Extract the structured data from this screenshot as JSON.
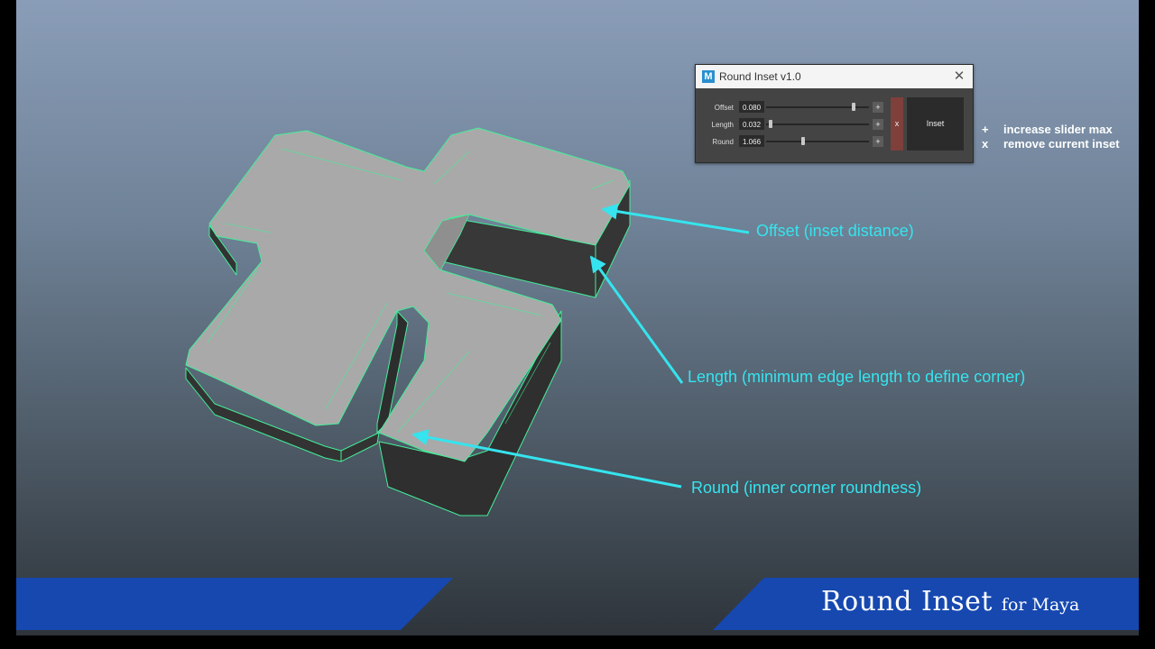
{
  "dialog": {
    "title": "Round Inset v1.0",
    "icon_letter": "M",
    "close_symbol": "✕",
    "rows": [
      {
        "label": "Offset",
        "value": "0.080",
        "slider_fraction": 0.86,
        "plus": "+"
      },
      {
        "label": "Length",
        "value": "0.032",
        "slider_fraction": 0.03,
        "plus": "+"
      },
      {
        "label": "Round",
        "value": "1.066",
        "slider_fraction": 0.35,
        "plus": "+"
      }
    ],
    "remove_button_label": "x",
    "inset_button_label": "Inset"
  },
  "legend": [
    {
      "symbol": "+",
      "text": "increase slider max"
    },
    {
      "symbol": "x",
      "text": "remove current inset"
    }
  ],
  "annotations": {
    "offset": "Offset (inset distance)",
    "length": "Length (minimum edge length to define corner)",
    "round": "Round (inner corner roundness)"
  },
  "branding": {
    "big": "Round Inset",
    "small": "for Maya"
  },
  "colors": {
    "annotation": "#35e4ee",
    "wire": "#44ee99",
    "banner": "#1648b0"
  }
}
